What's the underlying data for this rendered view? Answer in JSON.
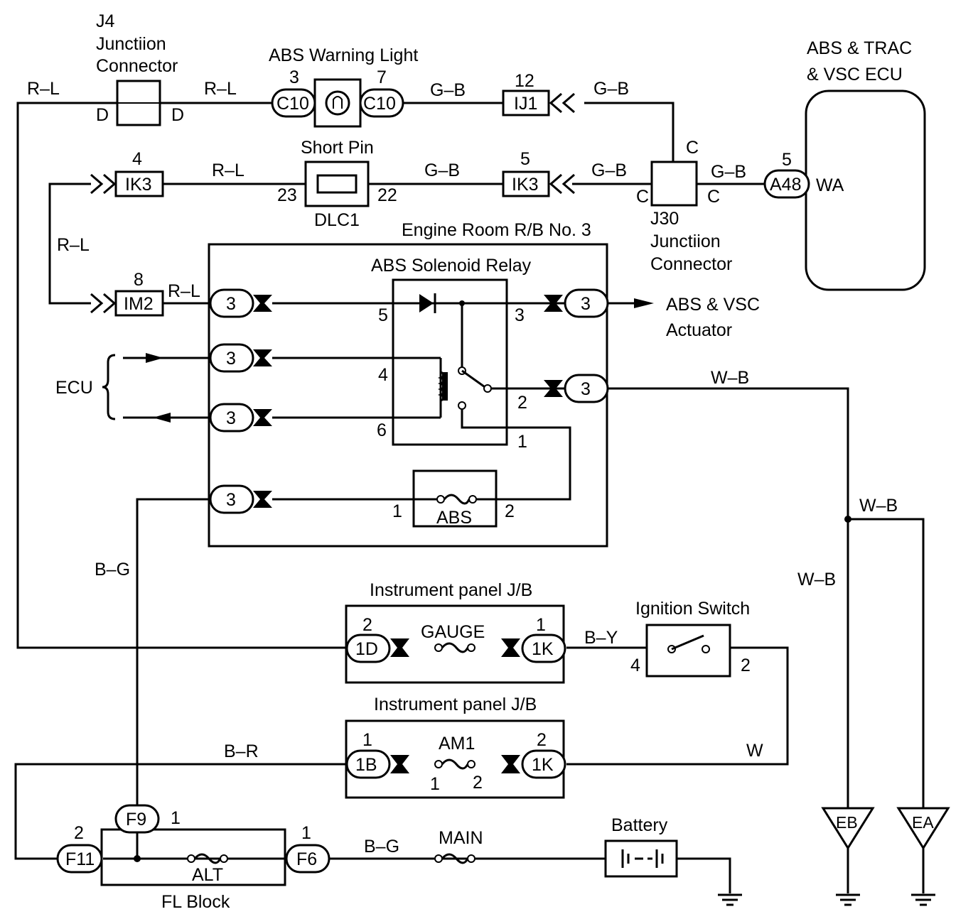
{
  "j4": {
    "title": "J4",
    "line2": "Junctiion",
    "line3": "Connector",
    "pin_left": "D",
    "pin_right": "D"
  },
  "abs_light": {
    "title": "ABS Warning Light",
    "left_pin_num": "3",
    "left_conn": "C10",
    "right_pin_num": "7",
    "right_conn": "C10"
  },
  "ecu": {
    "line1": "ABS & TRAC",
    "line2": "& VSC ECU",
    "pin_num": "5",
    "conn": "A48",
    "terminal": "WA"
  },
  "ij1": {
    "pin_num": "12",
    "conn": "IJ1"
  },
  "ik3_left": {
    "pin_num": "4",
    "conn": "IK3"
  },
  "ik3_right": {
    "pin_num": "5",
    "conn": "IK3"
  },
  "short_pin": {
    "title": "Short Pin",
    "pin_left": "23",
    "pin_right": "22",
    "label": "DLC1"
  },
  "j30": {
    "title": "J30",
    "line2": "Junctiion",
    "line3": "Connector",
    "pin_top": "C",
    "pin_left": "C",
    "pin_right": "C"
  },
  "im2": {
    "pin_num": "8",
    "conn": "IM2"
  },
  "engine_rb": {
    "title": "Engine Room R/B No. 3"
  },
  "relay": {
    "title": "ABS Solenoid Relay",
    "p5": "5",
    "p3": "3",
    "p4": "4",
    "p2": "2",
    "p6": "6",
    "p1": "1"
  },
  "rb_connectors": {
    "c1": "3",
    "c2": "3",
    "c3": "3",
    "c4": "3",
    "c5": "3",
    "c6": "3"
  },
  "actuator": {
    "line1": "ABS & VSC",
    "line2": "Actuator"
  },
  "ecu_bracket": {
    "label": "ECU"
  },
  "abs_fuse": {
    "label": "ABS",
    "p1": "1",
    "p2": "2"
  },
  "ip_jb_1": {
    "title": "Instrument panel J/B",
    "left_pin": "2",
    "left_conn": "1D",
    "fuse": "GAUGE",
    "right_pin": "1",
    "right_conn": "1K"
  },
  "ip_jb_2": {
    "title": "Instrument panel J/B",
    "left_pin": "1",
    "left_conn": "1B",
    "fuse": "AM1",
    "fuse_p1": "1",
    "fuse_p2": "2",
    "right_pin": "2",
    "right_conn": "1K"
  },
  "ignition": {
    "title": "Ignition Switch",
    "p4": "4",
    "p2": "2"
  },
  "fl_block": {
    "label": "FL Block",
    "fuse": "ALT",
    "f9": "F9",
    "f9_pin": "1",
    "f11": "F11",
    "f11_pin": "2",
    "f6": "F6",
    "f6_pin": "1"
  },
  "main_fuse": {
    "label": "MAIN"
  },
  "battery": {
    "label": "Battery"
  },
  "grounds": {
    "eb": "EB",
    "ea": "EA"
  },
  "wires": {
    "rl1": "R–L",
    "rl2": "R–L",
    "rl3": "R–L",
    "rl4": "R–L",
    "rl5": "R–L",
    "gb1": "G–B",
    "gb2": "G–B",
    "gb3": "G–B",
    "gb4": "G–B",
    "gb5": "G–B",
    "wb1": "W–B",
    "wb2": "W–B",
    "wb3": "W–B",
    "bg1": "B–G",
    "bg2": "B–G",
    "by": "B–Y",
    "br": "B–R",
    "w": "W"
  }
}
